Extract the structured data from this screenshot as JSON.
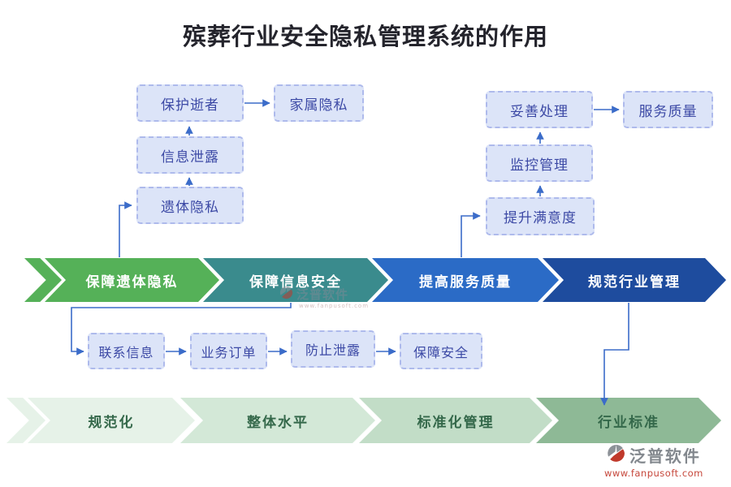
{
  "title": "殡葬行业安全隐私管理系统的作用",
  "colors": {
    "arrow": "#3b6cc9",
    "node_bg": "#dce4f8",
    "node_border": "#aebaec",
    "node_text": "#3c49a5",
    "bottom_stage_text": "#34684a"
  },
  "upper_left_flow": {
    "bottom": "遗体隐私",
    "middle": "信息泄露",
    "top": "保护逝者",
    "result": "家属隐私"
  },
  "upper_right_flow": {
    "bottom": "提升满意度",
    "middle": "监控管理",
    "top": "妥善处理",
    "result": "服务质量"
  },
  "main_stages": [
    {
      "label": "保障遗体隐私",
      "color": "#55b158"
    },
    {
      "label": "保障信息安全",
      "color": "#3a8b8d"
    },
    {
      "label": "提高服务质量",
      "color": "#2b6bc6"
    },
    {
      "label": "规范行业管理",
      "color": "#1e4c9e"
    }
  ],
  "detail_chain": [
    "联系信息",
    "业务订单",
    "防止泄露",
    "保障安全"
  ],
  "bottom_stages": [
    {
      "label": "规范化",
      "color": "#e6f2e8"
    },
    {
      "label": "整体水平",
      "color": "#d3e8d7"
    },
    {
      "label": "标准化管理",
      "color": "#c2ddc7"
    },
    {
      "label": "行业标准",
      "color": "#8eb996"
    }
  ],
  "watermark": {
    "brand": "泛普软件",
    "url": "www.fanpusoft.com"
  },
  "footer_logo": {
    "brand": "泛普软件",
    "url": "www.fanpusoft.com"
  }
}
